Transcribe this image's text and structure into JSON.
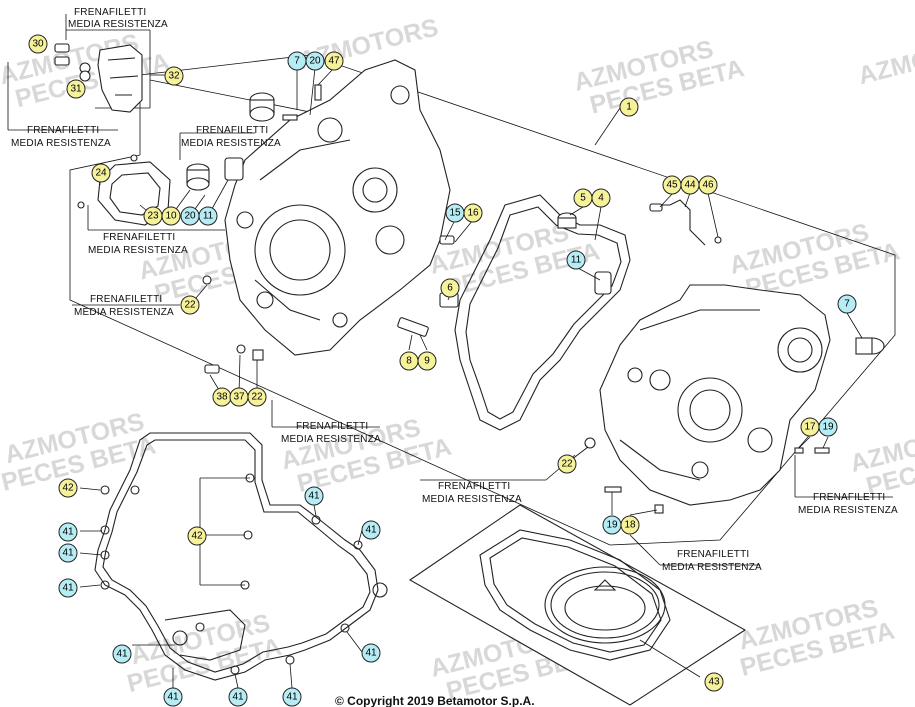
{
  "notes": {
    "frenafiletti": "FRENAFILETTI",
    "media_resistenza": "MEDIA RESISTENZA"
  },
  "watermark": {
    "line1": "AZMOTORS",
    "line2": "PECES BETA"
  },
  "copyright": "© Copyright 2019 Betamotor S.p.A.",
  "callouts": {
    "c1": "1",
    "c4": "4",
    "c5": "5",
    "c6": "6",
    "c7a": "7",
    "c7b": "7",
    "c8": "8",
    "c9": "9",
    "c10": "10",
    "c11a": "11",
    "c11b": "11",
    "c15": "15",
    "c16": "16",
    "c17": "17",
    "c18": "18",
    "c19a": "19",
    "c19b": "19",
    "c20a": "20",
    "c20b": "20",
    "c22a": "22",
    "c22b": "22",
    "c22c": "22",
    "c23": "23",
    "c24": "24",
    "c30": "30",
    "c31": "31",
    "c32": "32",
    "c37": "37",
    "c38": "38",
    "c42a": "42",
    "c42b": "42",
    "c43": "43",
    "c44": "44",
    "c45": "45",
    "c46": "46",
    "c47": "47",
    "c41a": "41",
    "c41b": "41",
    "c41c": "41",
    "c41d": "41",
    "c41e": "41",
    "c41f": "41",
    "c41g": "41",
    "c41h": "41",
    "c41i": "41"
  },
  "colors": {
    "yellow_badge": "#f6f29a",
    "blue_badge": "#b6ecf4",
    "watermark": "#d8d8d8"
  }
}
